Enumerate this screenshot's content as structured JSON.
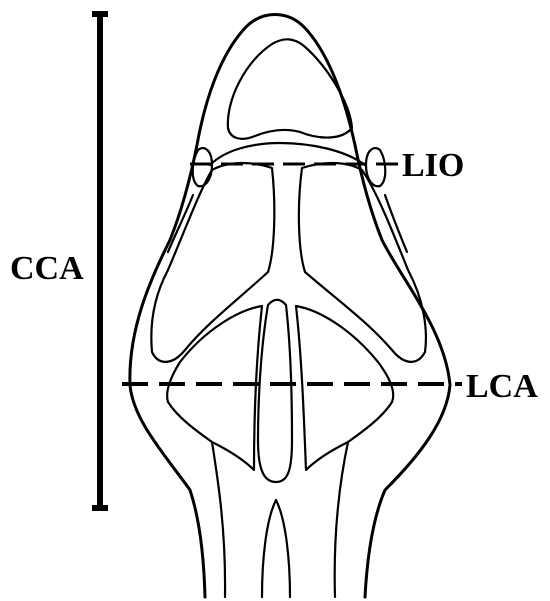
{
  "labels": {
    "total_length": "CCA",
    "upper_line": "LIO",
    "lower_line": "LCA"
  },
  "colors": {
    "ink": "#000000",
    "background": "#ffffff"
  }
}
